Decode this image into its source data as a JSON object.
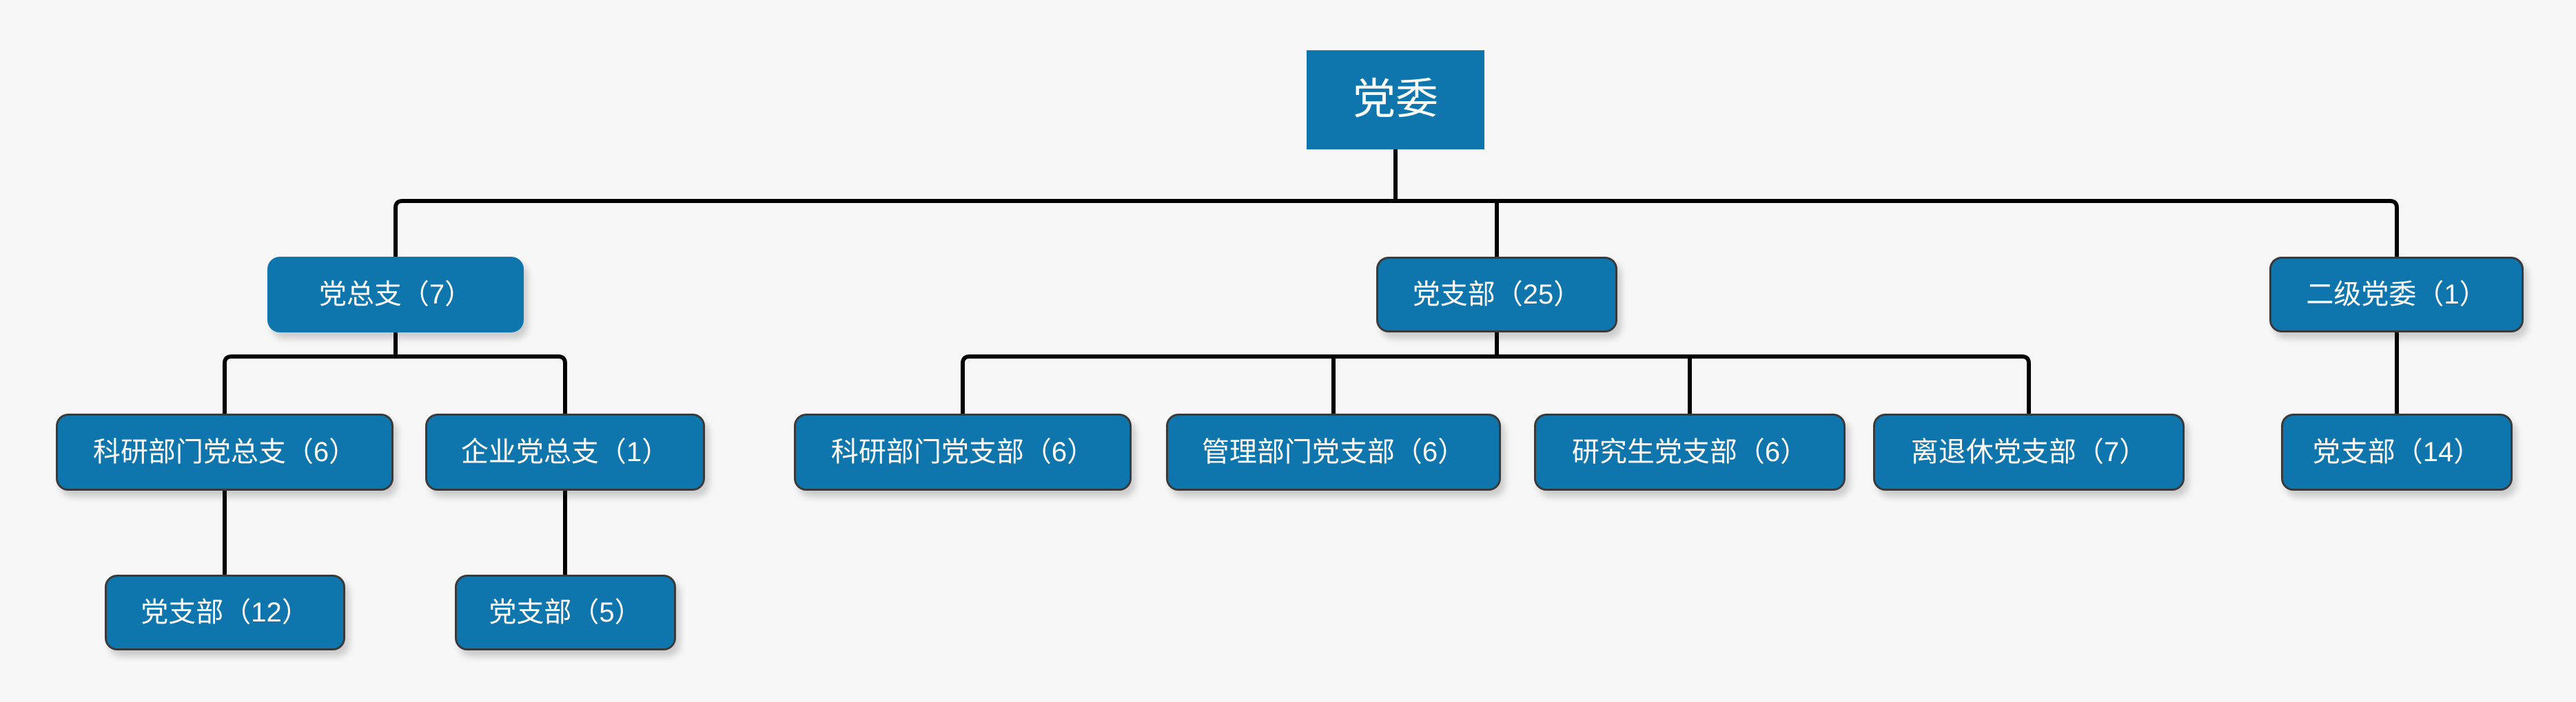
{
  "palette": {
    "background": "#f7f7f7",
    "node_fill": "#0e76ad",
    "node_text": "#ffffff",
    "node_border": "#3a3a3a",
    "connector": "#000000"
  },
  "tree": {
    "name": "党委",
    "label": "党委",
    "children": [
      {
        "name": "党总支",
        "count": 7,
        "label": "党总支（7）",
        "children": [
          {
            "name": "科研部门党总支",
            "count": 6,
            "label": "科研部门党总支（6）",
            "children": [
              {
                "name": "党支部",
                "count": 12,
                "label": "党支部（12）"
              }
            ]
          },
          {
            "name": "企业党总支",
            "count": 1,
            "label": "企业党总支（1）",
            "children": [
              {
                "name": "党支部",
                "count": 5,
                "label": "党支部（5）"
              }
            ]
          }
        ]
      },
      {
        "name": "党支部",
        "count": 25,
        "label": "党支部（25）",
        "children": [
          {
            "name": "科研部门党支部",
            "count": 6,
            "label": "科研部门党支部（6）"
          },
          {
            "name": "管理部门党支部",
            "count": 6,
            "label": "管理部门党支部（6）"
          },
          {
            "name": "研究生党支部",
            "count": 6,
            "label": "研究生党支部（6）"
          },
          {
            "name": "离退休党支部",
            "count": 7,
            "label": "离退休党支部（7）"
          }
        ]
      },
      {
        "name": "二级党委",
        "count": 1,
        "label": "二级党委（1）",
        "children": [
          {
            "name": "党支部",
            "count": 14,
            "label": "党支部（14）"
          }
        ]
      }
    ]
  }
}
